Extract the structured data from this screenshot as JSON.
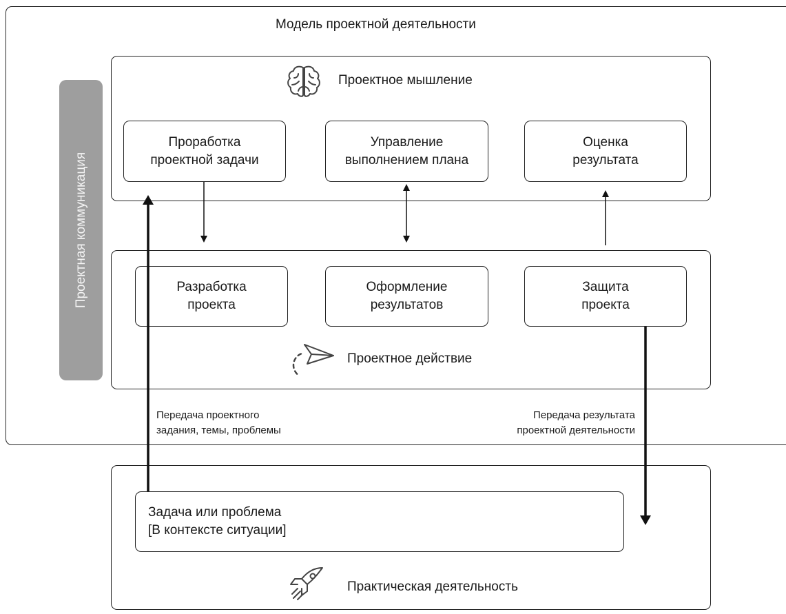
{
  "model_title": "Модель проектной деятельности",
  "communication_label": "Проектная коммуникация",
  "thinking": {
    "title": "Проектное мышление",
    "icon": "brain-icon",
    "items": [
      {
        "line1": "Проработка",
        "line2": "проектной задачи"
      },
      {
        "line1": "Управление",
        "line2": "выполнением плана"
      },
      {
        "line1": "Оценка",
        "line2": "результата"
      }
    ]
  },
  "action": {
    "title": "Проектное действие",
    "icon": "paper-plane-icon",
    "items": [
      {
        "line1": "Разработка",
        "line2": "проекта"
      },
      {
        "line1": "Оформление",
        "line2": "результатов"
      },
      {
        "line1": "Защита",
        "line2": "проекта"
      }
    ]
  },
  "transfer_task": {
    "line1": "Передача проектного",
    "line2": "задания, темы, проблемы"
  },
  "transfer_result": {
    "line1": "Передача результата",
    "line2": "проектной деятельности"
  },
  "practice": {
    "title": "Практическая деятельность",
    "icon": "rocket-icon",
    "task": {
      "line1": "Задача или проблема",
      "line2": "[В контексте ситуации]"
    }
  }
}
